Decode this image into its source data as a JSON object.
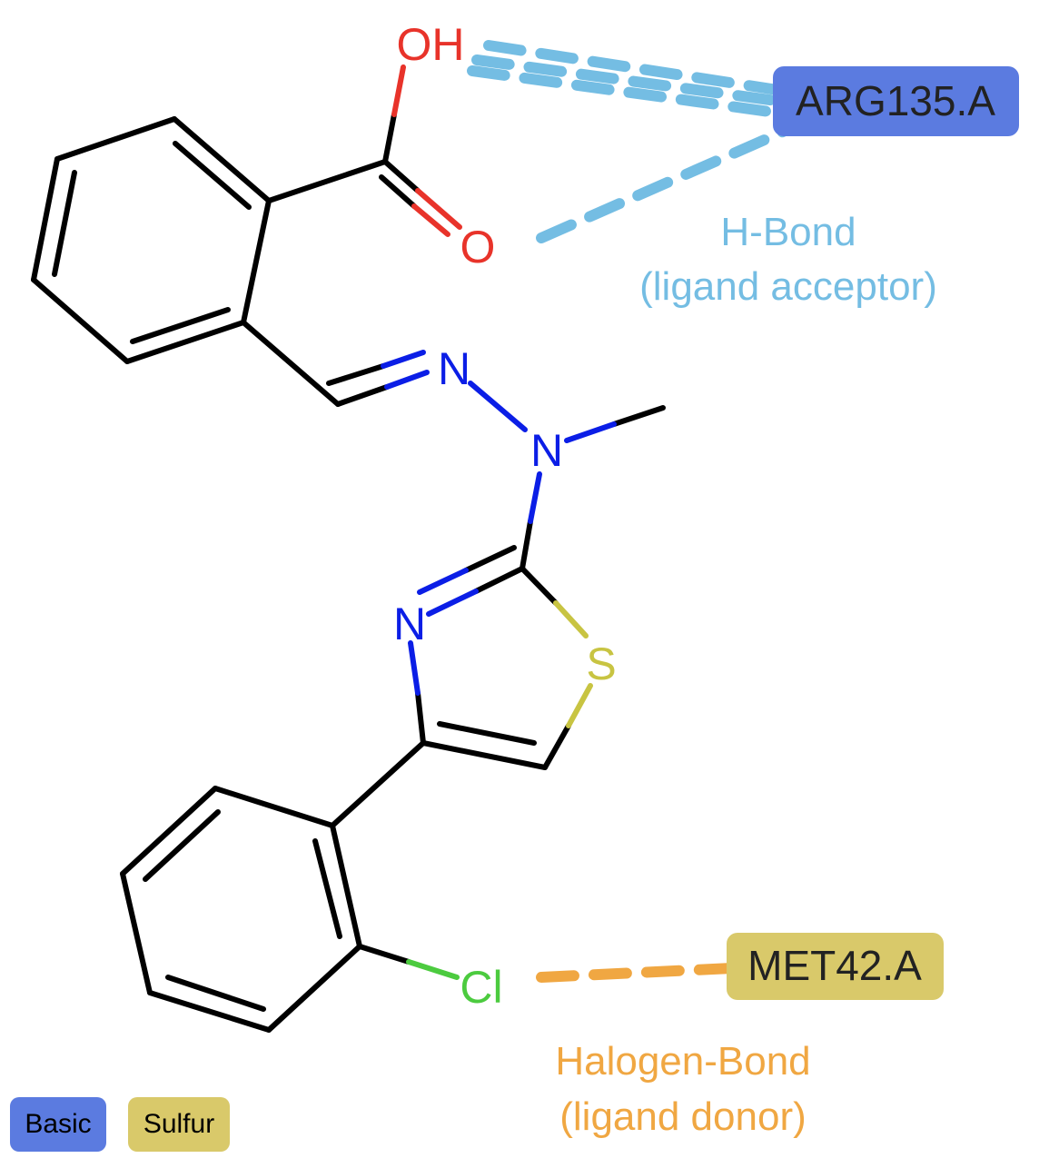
{
  "atoms": {
    "oh": "OH",
    "o": "O",
    "n1": "N",
    "n2": "N",
    "n3": "N",
    "s": "S",
    "cl": "Cl"
  },
  "residues": [
    {
      "label": "ARG135.A",
      "color": "#5b7be0"
    },
    {
      "label": "MET42.A",
      "color": "#d9c96a"
    }
  ],
  "interactions": [
    {
      "type_line": "H-Bond",
      "role_line": "(ligand acceptor)",
      "color": "#74bde3"
    },
    {
      "type_line": "Halogen-Bond",
      "role_line": "(ligand donor)",
      "color": "#f0a742"
    }
  ],
  "legend": [
    {
      "label": "Basic",
      "color": "#5b7be0"
    },
    {
      "label": "Sulfur",
      "color": "#d9c96a"
    }
  ],
  "colors": {
    "carbon_bond": "#000000",
    "oxygen": "#e8332a",
    "nitrogen": "#0b1ee6",
    "sulfur": "#c8c442",
    "chlorine": "#4ccb3f"
  }
}
